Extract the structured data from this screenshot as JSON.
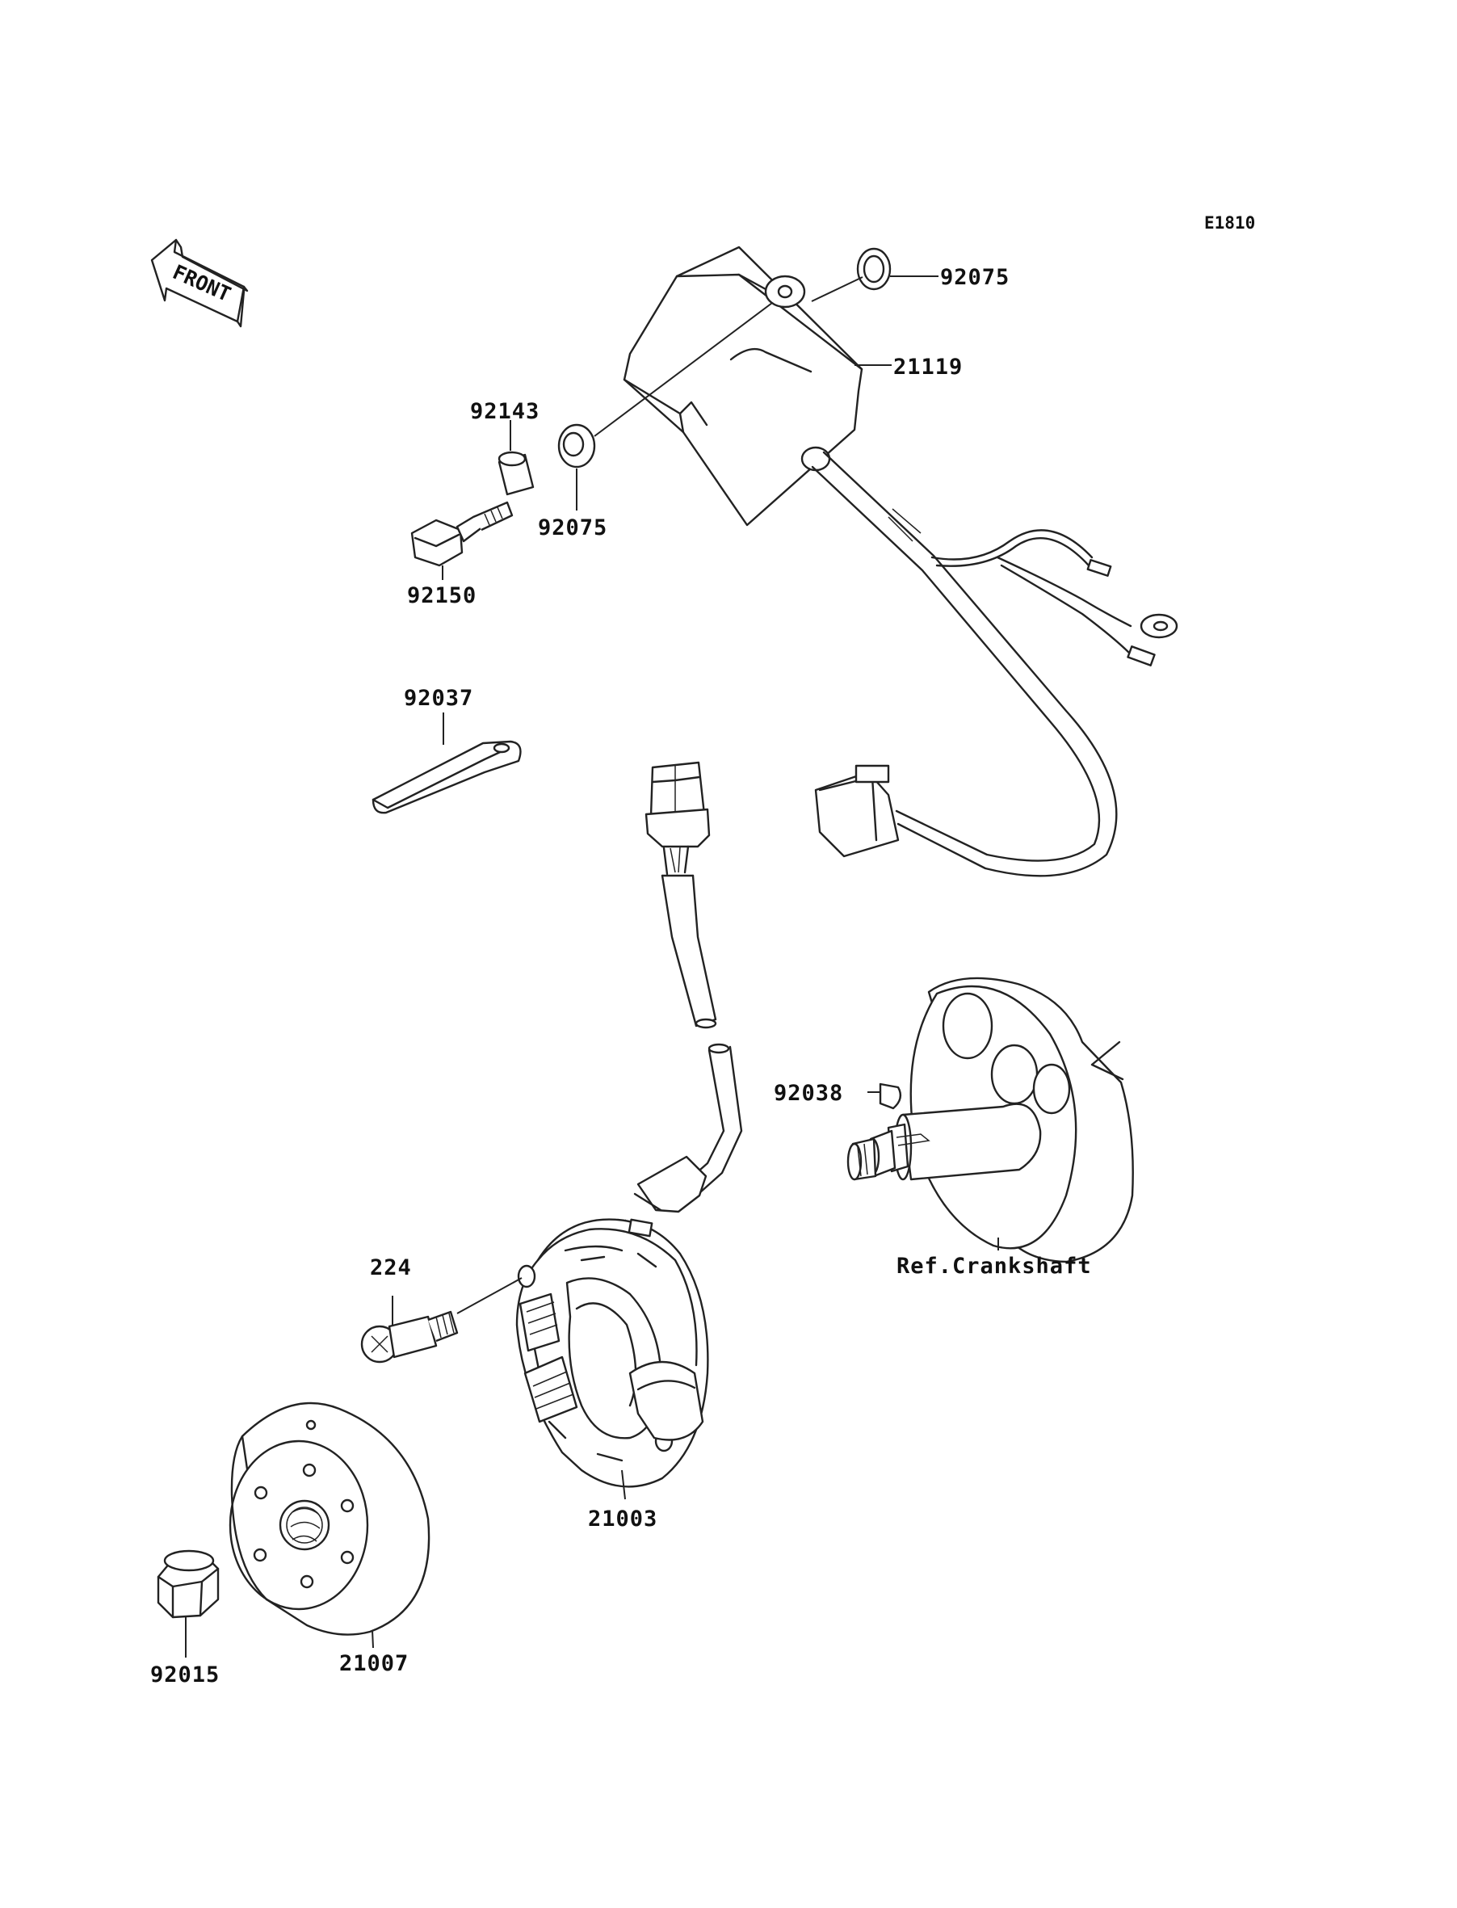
{
  "diagram_code": "E1810",
  "front_label": "FRONT",
  "parts": {
    "washer_top": "92075",
    "cdi_unit": "21119",
    "collar": "92143",
    "washer_lower": "92075",
    "bolt_flanged": "92150",
    "tool_strap": "92037",
    "key": "92038",
    "reference": "Ref.Crankshaft",
    "screw": "224",
    "stator": "21003",
    "flywheel": "21007",
    "nut": "92015"
  }
}
